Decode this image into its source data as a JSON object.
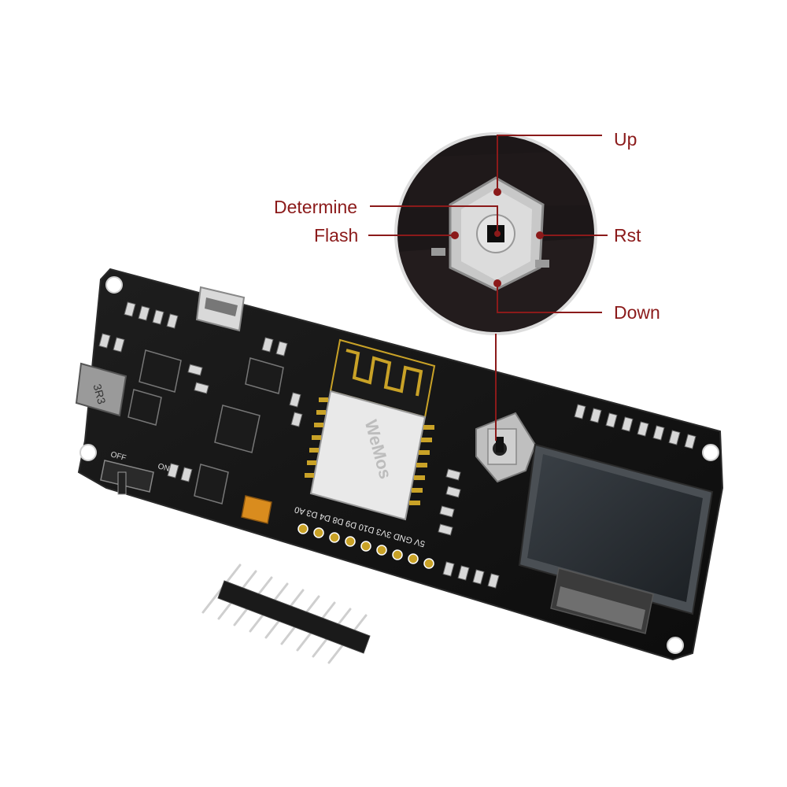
{
  "callouts": {
    "up": "Up",
    "determine": "Determine",
    "flash": "Flash",
    "rst": "Rst",
    "down": "Down"
  },
  "board": {
    "inductor_marking": "3R3",
    "pin_labels": "5V GND 3V3 D10 D9 D8 D4 D3 A0",
    "module_brand": "WeMos",
    "switch_on": "ON",
    "switch_off": "OFF"
  },
  "colors": {
    "callout": "#8b1a1a",
    "pcb": "#141414",
    "background": "#ffffff",
    "antenna": "#c9a227",
    "oled": "#2a2f33",
    "joystick": "#bfbfbf",
    "capacitor": "#d98c1e"
  }
}
